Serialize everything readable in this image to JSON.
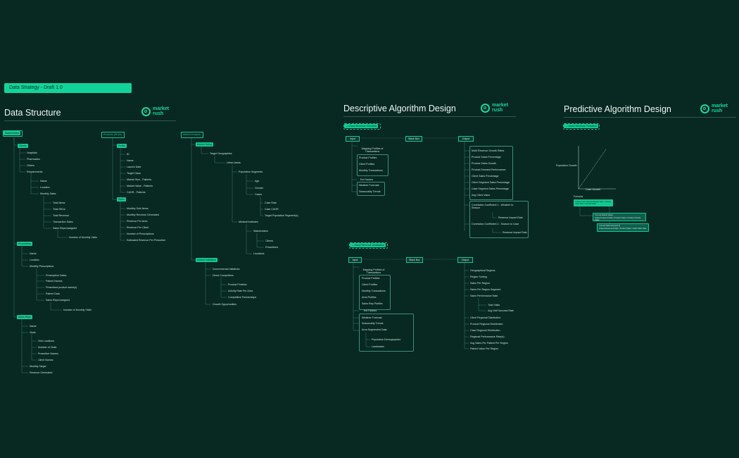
{
  "draft_label": "Data Strategy - Draft 1.0",
  "logo": {
    "line1": "market",
    "line2": "rush"
  },
  "sections": {
    "ds_title": "Data Structure",
    "desc_title": "Descriptive Algorithm Design",
    "pred_title": "Predictive Algorithm Design"
  },
  "data_structure": {
    "stakeholders": {
      "hdr": "Stakeholders",
      "items": [
        "Clients",
        "Hospitals",
        "Pharmacies",
        "Others",
        "Requirements",
        "Name",
        "Location",
        "Monthly Sales",
        "Total Items",
        "Total SKUs",
        "Total Revenue",
        "Transaction Sales",
        "Sales Reps Assigned",
        "Number of Monthly Visits"
      ]
    },
    "prescribers": {
      "hdr": "Prescribers",
      "items": [
        "Name",
        "Location",
        "Monthly Prescriptions",
        "Prescription Dates",
        "Patient Names",
        "Prescribed product name(s)",
        "Patient Data",
        "Sales Reps Assigned",
        "Number of Monthly Visits"
      ]
    },
    "sales_reps": {
      "hdr": "Sales Reps",
      "items": [
        "Name",
        "Visits",
        "Visit Locations",
        "Number of Visits",
        "Prescriber Names",
        "Client Names",
        "Monthly Target",
        "Revenue Generated"
      ]
    },
    "products": {
      "hdr": "Products (SKUs)",
      "items": [
        "Profile",
        "ID",
        "Name",
        "Launch Date",
        "Target Class",
        "Market Size - Patients",
        "Market Value - Patients",
        "CAGR - Patients",
        "Sales",
        "Monthly Sold Items",
        "Monthly Revenue Generated",
        "Revenue Per Area",
        "Revenue Per Client",
        "Number of Prescriptions",
        "Estimated Revenue Per Prescriber"
      ]
    },
    "market": {
      "hdr": "Market Analysis",
      "items": [
        "Market Sizing",
        "Target Geographies",
        "Urban Areas",
        "Population Segments",
        "Age",
        "Gender",
        "Cases",
        "Case Rate",
        "Case CAGR",
        "Target Population Segment(s)",
        "Medical Institutes",
        "Stakeholders",
        "Clients",
        "Prescribers",
        "Locations",
        "Market Validation",
        "Governmental Initiatives",
        "Direct Competitors",
        "Product Portfolio",
        "Activity Rate Per Area",
        "Competitive Partnerships",
        "Growth Opportunities"
      ]
    }
  },
  "descriptive": {
    "top": {
      "tag": "→ Direct Revenue Overview",
      "input": "Input",
      "blackbox": "Black Box",
      "output": "Output",
      "inputs": [
        "Mapping Profiles of Transactions",
        "Product Profiles",
        "Client Profiles",
        "Monthly Transactions",
        "Ext Factors",
        "Weather Forecast",
        "Seasonality Trends"
      ],
      "outputs": [
        "MoM Revenue Growth Rates",
        "Product Sales Percentage",
        "Product Sales Growth",
        "Product Demand Performance",
        "Client Sales Percentage",
        "Client Segment Sales Percentage",
        "Case Segment Sales Percentage",
        "Avg Client Value",
        "Correlation Coefficient 1 - Weather to Season",
        "Revenue Impact Rate",
        "Correlation Coefficient 2 - Season to Case",
        "Revenue Impact Rate"
      ]
    },
    "bottom": {
      "tag": "→ Direct Revenue Distribution",
      "input": "Input",
      "blackbox": "Black Box",
      "output": "Output",
      "inputs": [
        "Mapping Profiles of Transactions",
        "Product Profiles",
        "Client Profiles",
        "Monthly Transactions",
        "Area Profiles",
        "Sales Rep Profiles",
        "Ext Factors",
        "Weather Forecast",
        "Seasonality Trends",
        "Area Segmented Data",
        "Population Demographics",
        "Landmarks"
      ],
      "outputs": [
        "Geographical Regions",
        "Region Sorting",
        "Sales Per Region",
        "Sales Per Region Segment",
        "Sales Performance Rate",
        "Total Visits",
        "Avg Visit Success Rate",
        "Client Regional Distribution",
        "Product Regional Distribution",
        "Case Regional Distribution",
        "Regional Performance Rate(s)",
        "Avg Sales Per Patient Per Region",
        "Patient Value Per Region"
      ]
    }
  },
  "predictive": {
    "tag": "→ Direct Revenue Prediction",
    "y_label": "Population Growth",
    "x_label": "Case Growth",
    "formula_label": "Formula",
    "f1": "Output Case Selected Market Rate x Output Case Rate x Growth Ratio",
    "f2a": "If (Local Market Value)",
    "f2b": "Output Product Profile x Product Sales x Product Growth Value",
    "f3a": "If (Local Sales Exceeds $)",
    "f3b": "Output Revenue Profile x Product Sales x Rate Value Rate"
  }
}
